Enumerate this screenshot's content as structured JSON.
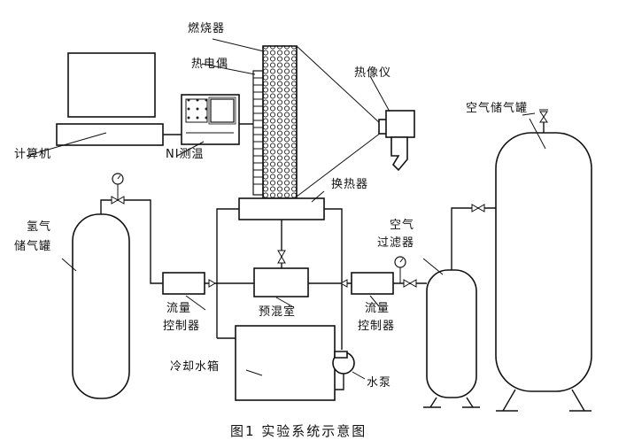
{
  "labels": {
    "burner": "燃烧器",
    "thermocouple": "热电偶",
    "thermal_camera": "热像仪",
    "air_tank": "空气储气罐",
    "computer": "计算机",
    "ni_temp": "NI测温",
    "heat_exchanger": "换热器",
    "hydrogen_tank_line1": "氢气",
    "hydrogen_tank_line2": "储气罐",
    "air_filter_line1": "空气",
    "air_filter_line2": "过滤器",
    "premix_chamber": "预混室",
    "flow_controller_left_line1": "流量",
    "flow_controller_left_line2": "控制器",
    "flow_controller_right_line1": "流量",
    "flow_controller_right_line2": "控制器",
    "cooling_tank": "冷却水箱",
    "water_pump": "水泵"
  },
  "caption": "图1  实验系统示意图"
}
